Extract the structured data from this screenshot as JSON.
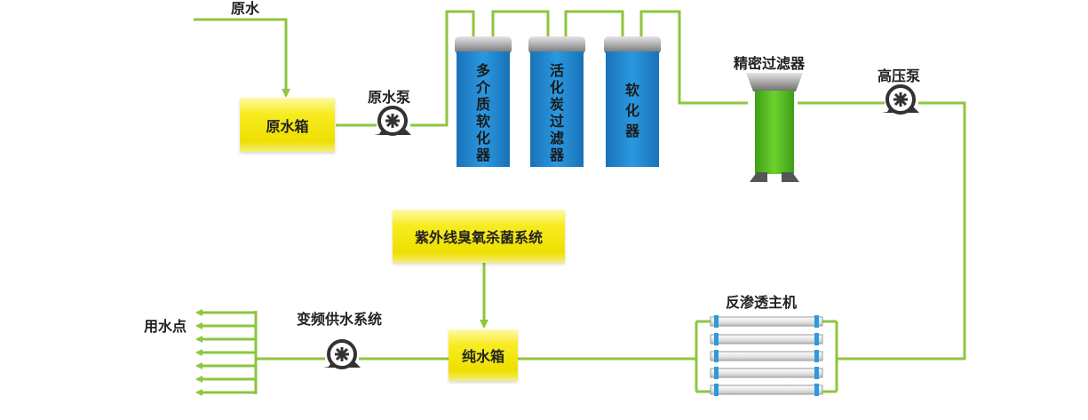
{
  "labels": {
    "raw_water": "原水",
    "raw_tank": "原水箱",
    "raw_pump": "原水泵",
    "multimedia_softener": "多介质软化器",
    "carbon_filter": "活化炭过滤器",
    "softener": "软化器",
    "precision_filter": "精密过滤器",
    "high_pressure_pump": "高压泵",
    "uv_ozone": "紫外线臭氧杀菌系统",
    "ro_unit": "反渗透主机",
    "pure_tank": "纯水箱",
    "vfd_supply": "变频供水系统",
    "use_point": "用水点"
  },
  "colors": {
    "pipe": "#8dc63f",
    "tank_blue": "#1e88d0",
    "yellow": "#f3e61a",
    "filter_green": "#4fb51f"
  }
}
